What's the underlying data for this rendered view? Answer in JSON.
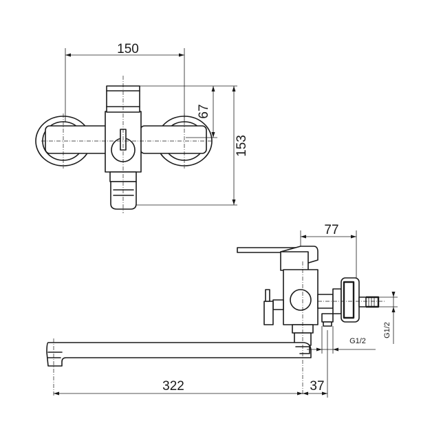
{
  "dimensions": {
    "top_width": "150",
    "top_height_small": "67",
    "top_height_total": "153",
    "side_body_width": "77",
    "spout_length": "322",
    "spout_offset": "37",
    "thread_bottom": "G1/2",
    "thread_side": "G1/2"
  }
}
